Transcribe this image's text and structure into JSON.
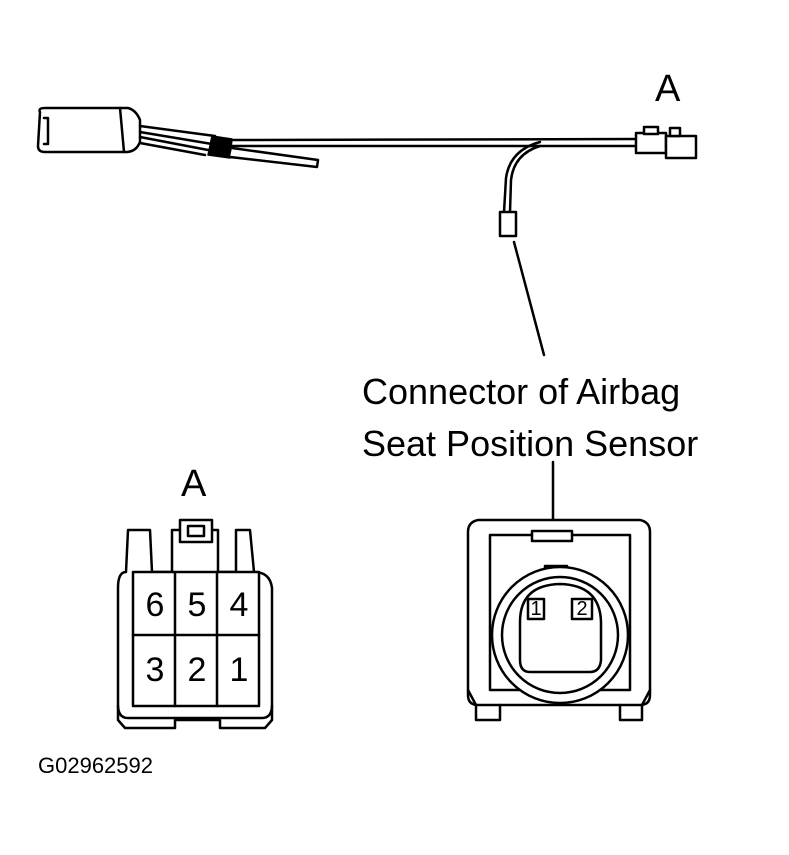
{
  "labels": {
    "connector_a_top": "A",
    "connector_a_bottom": "A",
    "sensor_callout_line1": "Connector of Airbag",
    "sensor_callout_line2": "Seat Position Sensor",
    "figure_id": "G02962592"
  },
  "connector_a_pins": {
    "top_row": [
      "6",
      "5",
      "4"
    ],
    "bottom_row": [
      "3",
      "2",
      "1"
    ]
  },
  "sensor_connector_pins": [
    "1",
    "2"
  ],
  "colors": {
    "line": "#000000",
    "background": "#ffffff"
  }
}
